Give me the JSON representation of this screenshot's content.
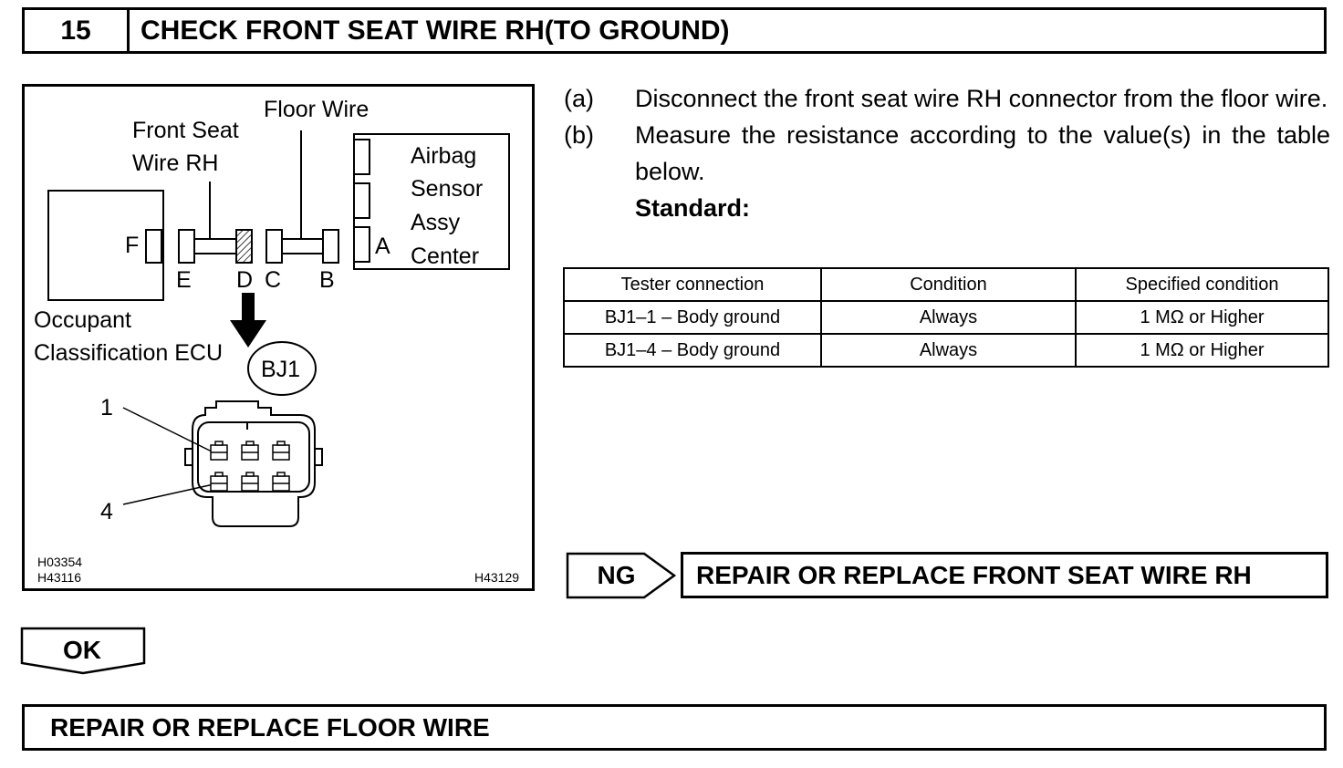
{
  "header": {
    "number": "15",
    "title": "CHECK FRONT SEAT WIRE RH(TO GROUND)"
  },
  "figure": {
    "labels": {
      "floor_wire": "Floor Wire",
      "front_seat_line1": "Front Seat",
      "front_seat_line2": "Wire RH",
      "airbag1": "Airbag",
      "airbag2": "Sensor",
      "airbag3": "Assy",
      "airbag4": "Center",
      "f": "F",
      "a": "A",
      "e": "E",
      "d": "D",
      "c": "C",
      "b": "B",
      "ecu1": "Occupant",
      "ecu2": "Classification ECU",
      "connector": "BJ1",
      "pin1": "1",
      "pin4": "4",
      "code1": "H03354",
      "code2": "H43116",
      "code3": "H43129"
    }
  },
  "steps": [
    {
      "label": "(a)",
      "text": "Disconnect the front seat wire RH connector from the floor wire."
    },
    {
      "label": "(b)",
      "text": "Measure the resistance according to the value(s) in the table below."
    }
  ],
  "standard_label": "Standard:",
  "table": {
    "headers": [
      "Tester connection",
      "Condition",
      "Specified condition"
    ],
    "rows": [
      [
        "BJ1–1 – Body ground",
        "Always",
        "1 MΩ or Higher"
      ],
      [
        "BJ1–4 – Body ground",
        "Always",
        "1 MΩ or Higher"
      ]
    ]
  },
  "ng": {
    "label": "NG",
    "action": "REPAIR OR REPLACE FRONT SEAT WIRE RH"
  },
  "ok": {
    "label": "OK",
    "action": "REPAIR OR REPLACE FLOOR WIRE"
  }
}
